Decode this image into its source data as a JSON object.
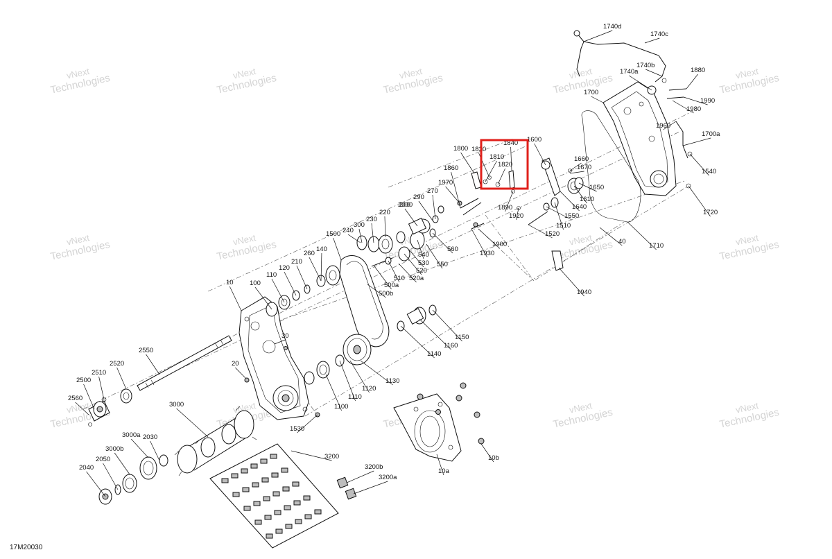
{
  "diagram_id": "17M20030",
  "watermark_line1": "vNext",
  "watermark_line2": "Technologies",
  "highlight_color": "#e0201b",
  "labels": [
    "10",
    "10a",
    "10b",
    "20",
    "30",
    "40",
    "100",
    "110",
    "120",
    "140",
    "200",
    "210",
    "220",
    "230",
    "240",
    "260",
    "270",
    "290",
    "300",
    "500a",
    "500b",
    "510",
    "520",
    "520a",
    "530",
    "540",
    "550",
    "560",
    "1100",
    "1110",
    "1120",
    "1130",
    "1140",
    "1150",
    "1160",
    "1500",
    "1510",
    "1520",
    "1530",
    "1540",
    "1550",
    "1600",
    "1610",
    "1640",
    "1650",
    "1660",
    "1670",
    "1700",
    "1700a",
    "1710",
    "1720",
    "1740a",
    "1740b",
    "1740c",
    "1740d",
    "1800",
    "1810",
    "1820",
    "1830",
    "1840",
    "1860",
    "1880",
    "1890",
    "1900",
    "1920",
    "1930",
    "1940",
    "1960",
    "1970",
    "1980",
    "1990",
    "2000",
    "2030",
    "2040",
    "2050",
    "2500",
    "2510",
    "2520",
    "2550",
    "2560",
    "3000",
    "3000a",
    "3000b",
    "3200",
    "3200a",
    "3200b"
  ]
}
